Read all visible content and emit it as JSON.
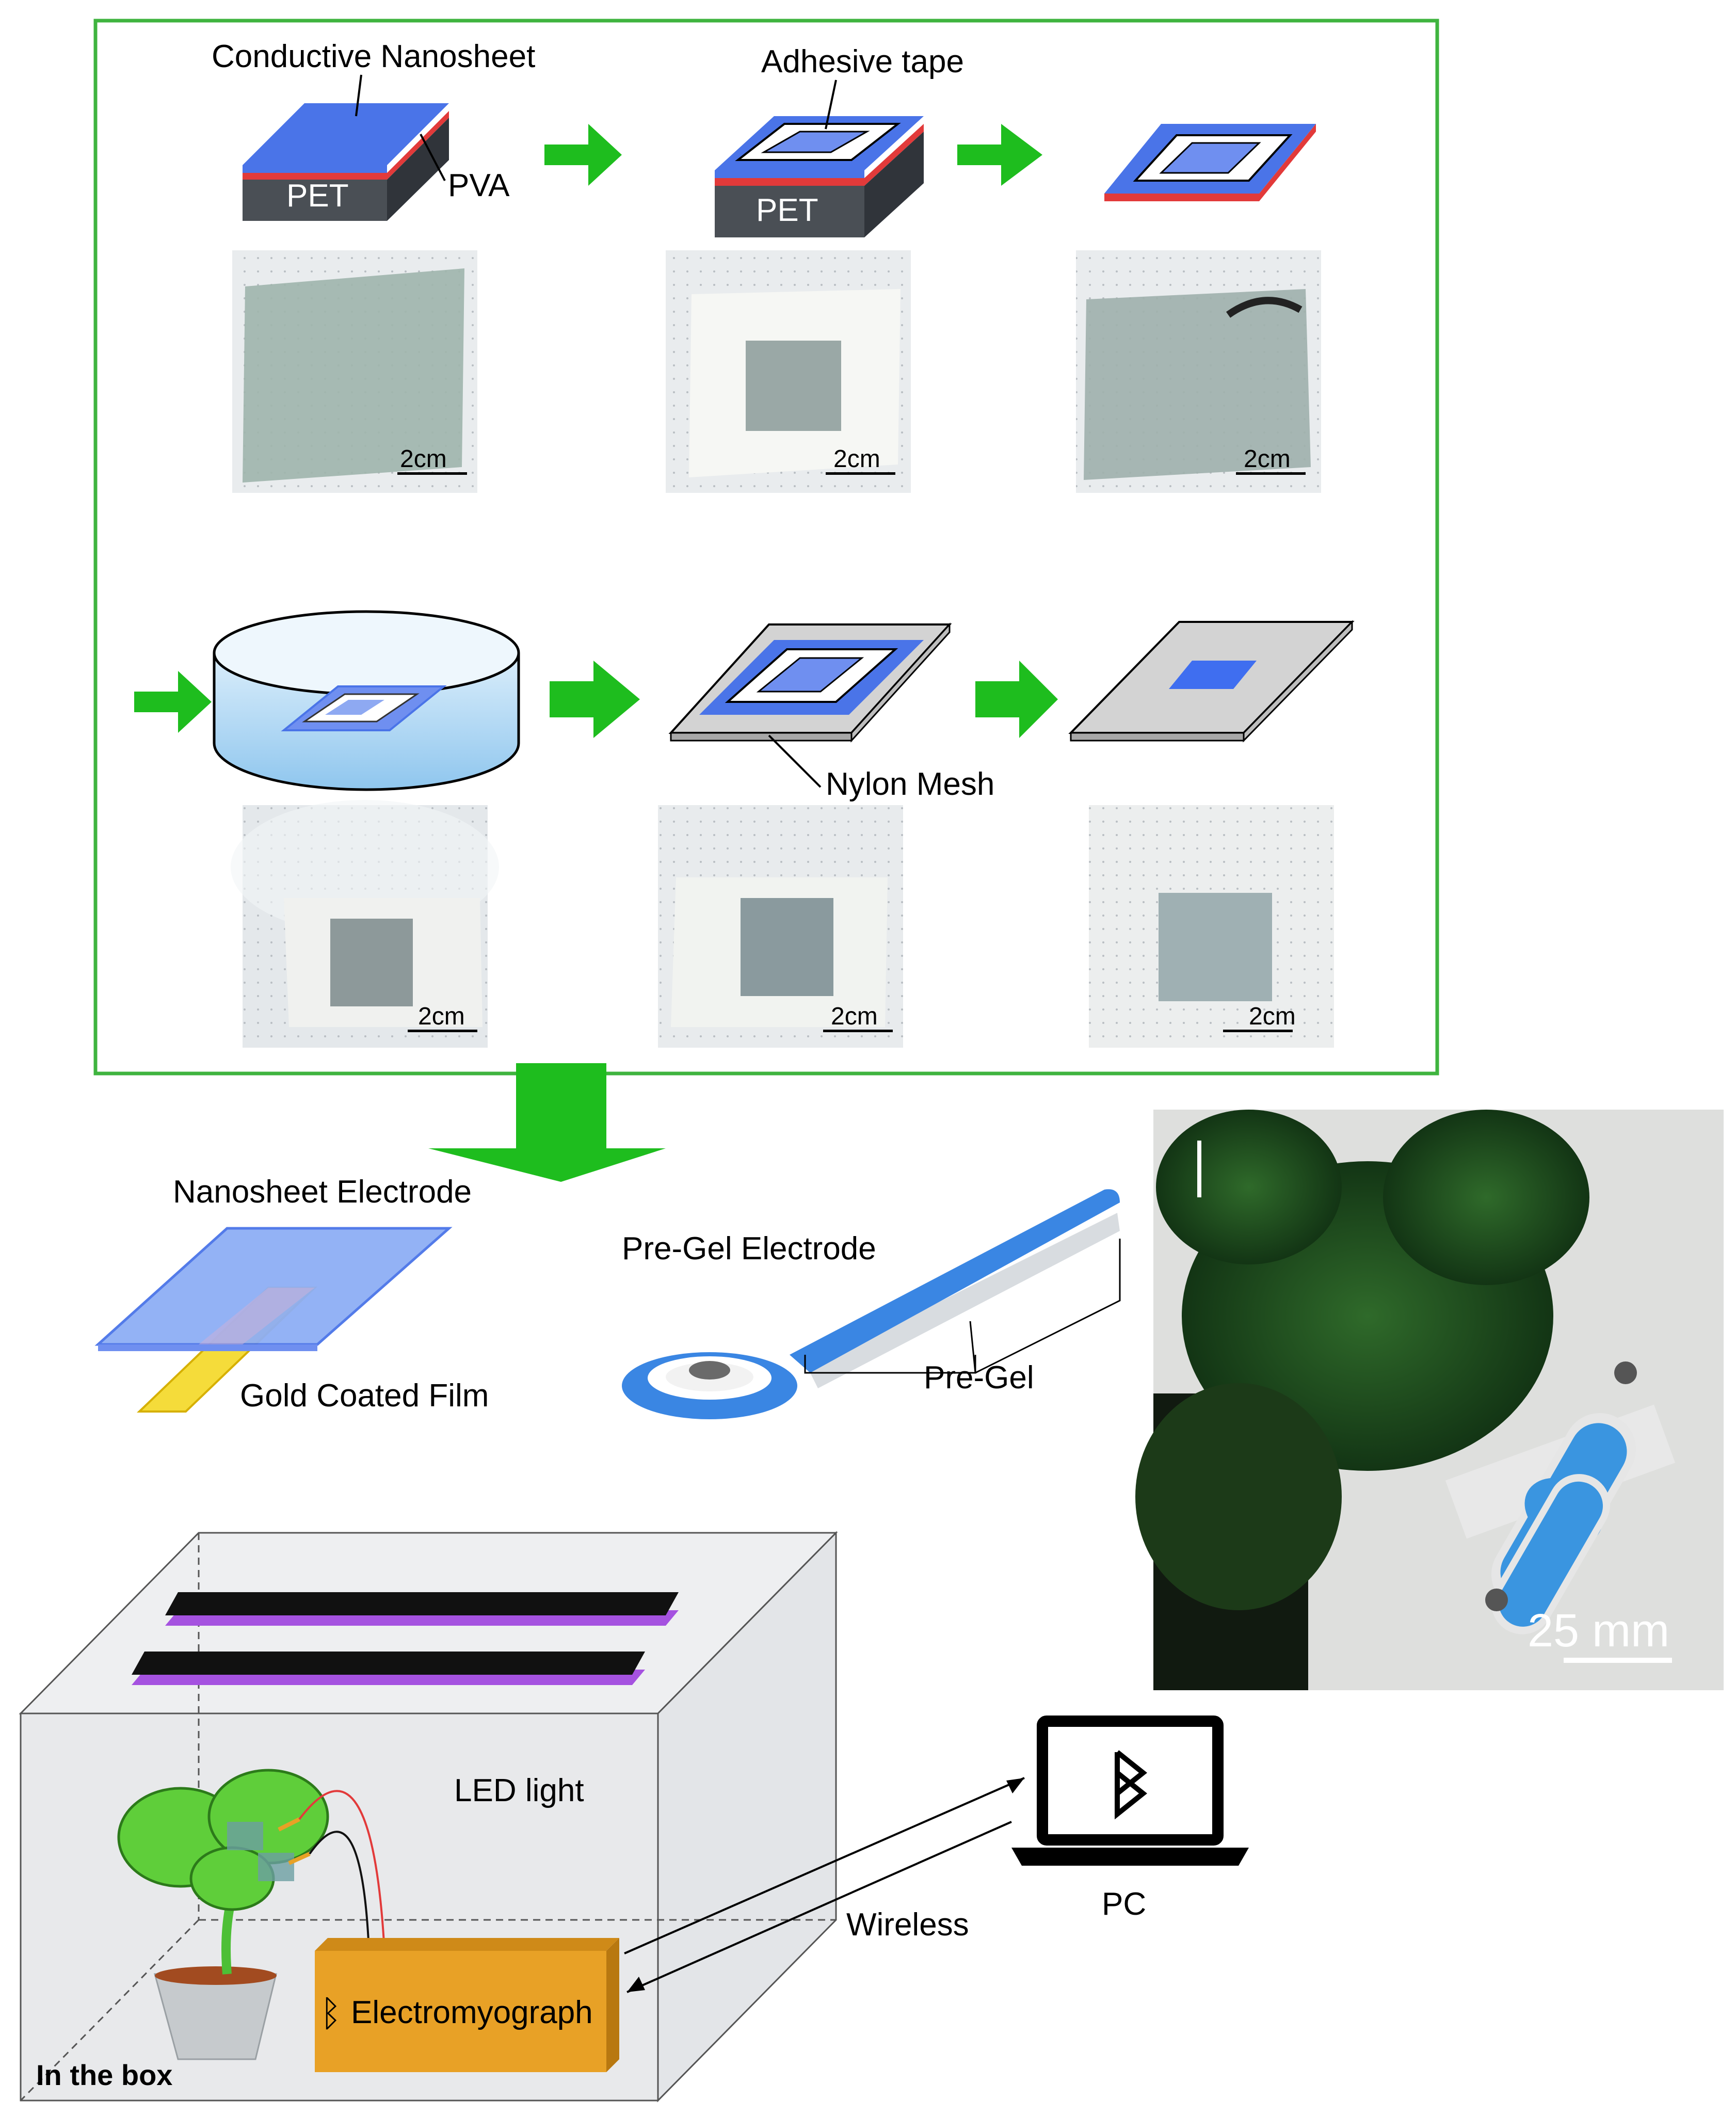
{
  "top_row": {
    "label_nanosheet": "Conductive Nanosheet",
    "label_pva": "PVA",
    "label_pet": "PET",
    "label_tape": "Adhesive tape"
  },
  "middle_row": {
    "label_nylon": "Nylon Mesh"
  },
  "scale_bar": "2cm",
  "electrodes": {
    "nanosheet_electrode": "Nanosheet Electrode",
    "gold_film": "Gold Coated Film",
    "pregel_electrode": "Pre-Gel Electrode",
    "pregel": "Pre-Gel"
  },
  "photo": {
    "scale": "25 mm"
  },
  "setup": {
    "led": "LED light",
    "in_box": "In the box",
    "emg": "Electromyograph",
    "wireless": "Wireless",
    "pc": "PC"
  },
  "colors": {
    "frame": "#3fb43f",
    "arrow": "#1ebd1e",
    "nanosheet_blue": "#4a74e8",
    "pva_red": "#e23a3a",
    "pet_gray": "#4a4f55",
    "emg_box": "#e8a126",
    "led_purple": "#a552e0"
  }
}
